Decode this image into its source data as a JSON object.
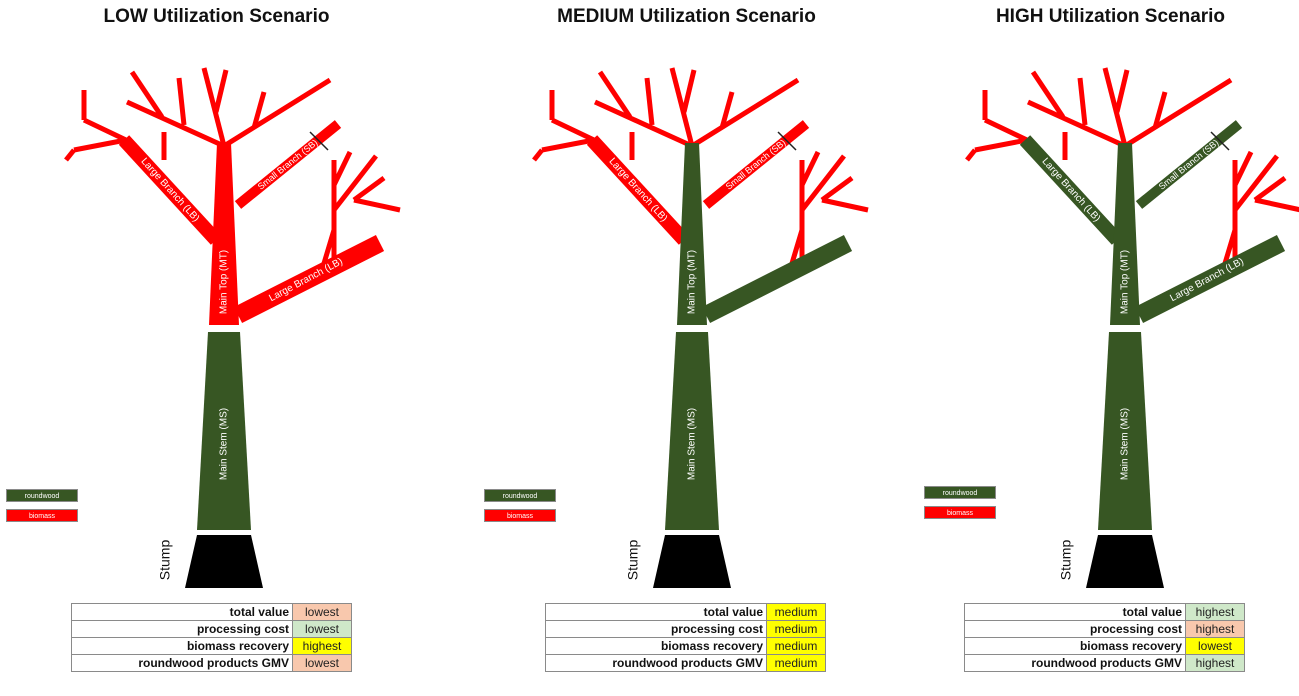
{
  "colors": {
    "roundwood": "#375623",
    "biomass": "#ff0000",
    "stump": "#000000",
    "cell_orange": "#f8c8ad",
    "cell_yellow": "#ffff00",
    "cell_green": "#cfe8c9"
  },
  "labels": {
    "main_top": "Main Top (MT)",
    "main_stem": "Main Stem (MS)",
    "large_branch": "Large Branch (LB)",
    "small_branch": "Small Branch (SB)",
    "stump": "Stump",
    "legend_roundwood": "roundwood",
    "legend_biomass": "biomass"
  },
  "table_labels": [
    "total value",
    "processing cost",
    "biomass recovery",
    "roundwood products GMV"
  ],
  "scenarios": [
    {
      "title": "LOW Utilization Scenario",
      "main_top_color": "biomass",
      "left_branch_color": "biomass",
      "small_branch_color": "biomass",
      "right_branch_color": "biomass",
      "values": [
        "lowest",
        "lowest",
        "highest",
        "lowest"
      ],
      "value_colors": [
        "orange",
        "green",
        "yellow",
        "orange"
      ]
    },
    {
      "title": "MEDIUM Utilization Scenario",
      "main_top_color": "roundwood",
      "left_branch_color": "biomass",
      "small_branch_color": "biomass",
      "right_branch_color": "roundwood",
      "values": [
        "medium",
        "medium",
        "medium",
        "medium"
      ],
      "value_colors": [
        "yellow",
        "yellow",
        "yellow",
        "yellow"
      ]
    },
    {
      "title": "HIGH Utilization Scenario",
      "main_top_color": "roundwood",
      "left_branch_color": "roundwood",
      "small_branch_color": "roundwood",
      "right_branch_color": "roundwood",
      "values": [
        "highest",
        "highest",
        "lowest",
        "highest"
      ],
      "value_colors": [
        "green",
        "orange",
        "yellow",
        "green"
      ]
    }
  ]
}
